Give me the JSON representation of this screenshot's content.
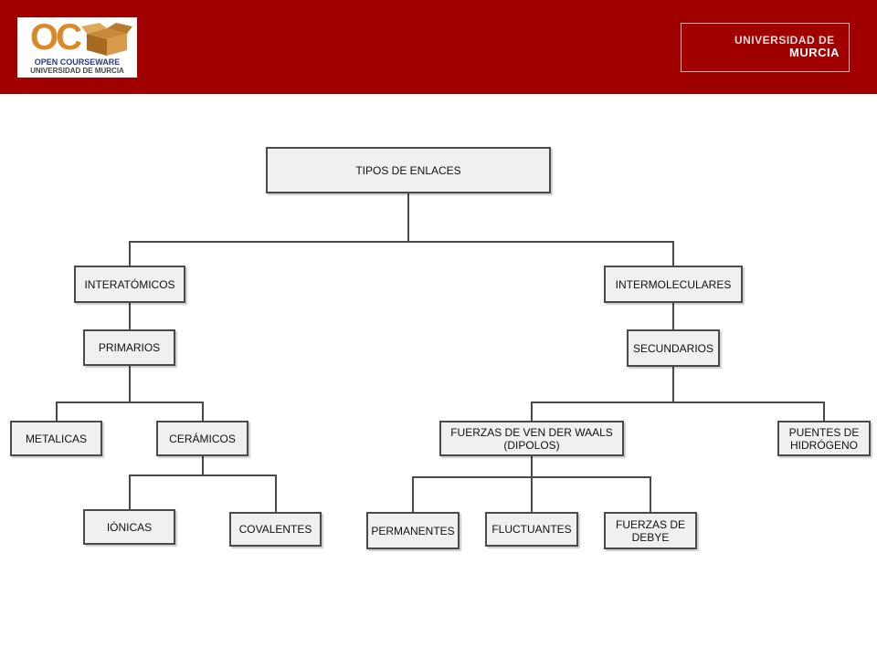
{
  "header": {
    "logo_left": {
      "mark": "OC",
      "line1": "OPEN COURSEWARE",
      "line2": "UNIVERSIDAD DE MURCIA"
    },
    "logo_right": {
      "line1": "UNIVERSIDAD DE",
      "line2": "MURCIA"
    }
  },
  "colors": {
    "header_bg": "#a00000",
    "node_bg": "#f0f0f0",
    "node_border": "#4a4a4a",
    "connector": "#4a4a4a"
  },
  "diagram": {
    "nodes": {
      "root": "TIPOS DE ENLACES",
      "interatomicos": "INTERATÓMICOS",
      "intermoleculares": "INTERMOLECULARES",
      "primarios": "PRIMARIOS",
      "secundarios": "SECUNDARIOS",
      "metalicas": "METALICAS",
      "ceramicos": "CERÁMICOS",
      "ionicas": "IÓNICAS",
      "covalentes": "COVALENTES",
      "van_der_waals": "FUERZAS DE VEN DER WAALS\n(DIPOLOS)",
      "puentes_hidrogeno": "PUENTES DE\nHIDRÓGENO",
      "permanentes": "PERMANENTES",
      "fluctuantes": "FLUCTUANTES",
      "debye": "FUERZAS DE\nDEBYE"
    },
    "edges": [
      [
        "root",
        "interatomicos"
      ],
      [
        "root",
        "intermoleculares"
      ],
      [
        "interatomicos",
        "primarios"
      ],
      [
        "primarios",
        "metalicas"
      ],
      [
        "primarios",
        "ceramicos"
      ],
      [
        "ceramicos",
        "ionicas"
      ],
      [
        "ceramicos",
        "covalentes"
      ],
      [
        "intermoleculares",
        "secundarios"
      ],
      [
        "secundarios",
        "van_der_waals"
      ],
      [
        "secundarios",
        "puentes_hidrogeno"
      ],
      [
        "van_der_waals",
        "permanentes"
      ],
      [
        "van_der_waals",
        "fluctuantes"
      ],
      [
        "van_der_waals",
        "debye"
      ]
    ]
  }
}
